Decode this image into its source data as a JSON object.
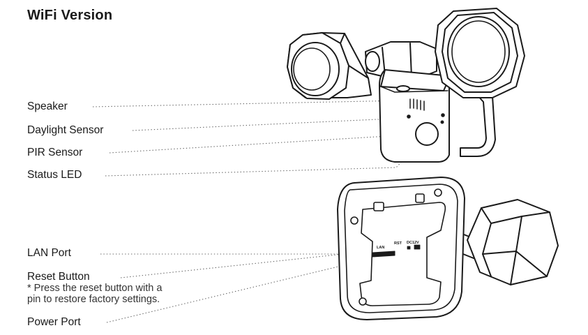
{
  "title": "WiFi Version",
  "callouts": {
    "speaker": "Speaker",
    "daylight_sensor": "Daylight Sensor",
    "pir_sensor": "PIR Sensor",
    "status_led": "Status LED",
    "lan_port": "LAN Port",
    "reset_button": "Reset Button",
    "reset_note_line1": "* Press the reset button with a",
    "reset_note_line2": "pin to restore factory settings.",
    "power_port": "Power Port"
  },
  "port_labels": {
    "lan": "LAN",
    "rst": "RST",
    "dc": "DC12V"
  }
}
